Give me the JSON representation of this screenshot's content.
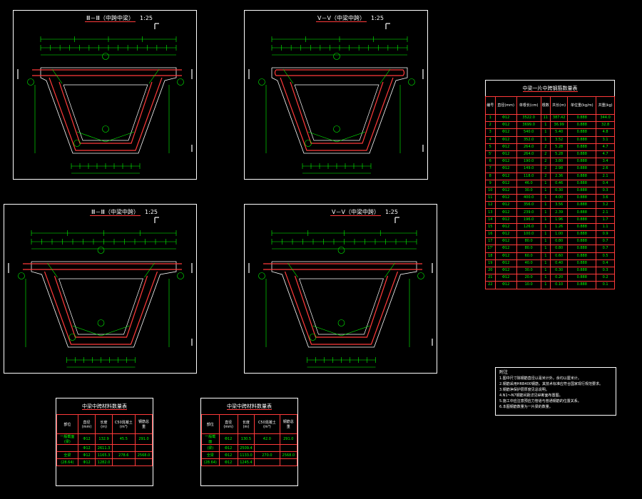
{
  "section_views": [
    {
      "title": "Ⅲ－Ⅲ（中跨中梁）",
      "scale": "1:25",
      "roof_shape": "straight"
    },
    {
      "title": "Ⅴ－Ⅴ（中梁中跨）",
      "scale": "1:25",
      "roof_shape": "rounded"
    },
    {
      "title": "Ⅲ－Ⅲ（中梁中跨）",
      "scale": "1:25",
      "roof_shape": "straight"
    },
    {
      "title": "Ⅴ－Ⅴ（中梁中跨）",
      "scale": "1:25",
      "roof_shape": "straight"
    }
  ],
  "main_table": {
    "title": "中梁一片中跨钢筋数量表",
    "headers": [
      "编号",
      "直径(mm)",
      "单根长(cm)",
      "根数",
      "共长(m)",
      "单位重(kg/m)",
      "共重(kg)"
    ],
    "rows": [
      [
        "1",
        "Φ12",
        "3522.0",
        "11",
        "387.42",
        "0.888",
        "344.0"
      ],
      [
        "2",
        "Φ12",
        "3699.0",
        "1",
        "36.99",
        "0.888",
        "32.8"
      ],
      [
        "3",
        "Φ12",
        "540.0",
        "1",
        "5.40",
        "0.888",
        "4.8"
      ],
      [
        "4",
        "Φ12",
        "352.0",
        "1",
        "3.52",
        "0.888",
        "3.1"
      ],
      [
        "5",
        "Φ12",
        "264.0",
        "2",
        "5.28",
        "0.888",
        "4.7"
      ],
      [
        "5'",
        "Φ12",
        "264.0",
        "2",
        "5.28",
        "0.888",
        "4.7"
      ],
      [
        "6",
        "Φ12",
        "190.0",
        "2",
        "3.80",
        "0.888",
        "3.4"
      ],
      [
        "7",
        "Φ12",
        "149.0",
        "2",
        "2.98",
        "0.888",
        "2.6"
      ],
      [
        "8",
        "Φ12",
        "118.0",
        "2",
        "2.36",
        "0.888",
        "2.1"
      ],
      [
        "9",
        "Φ12",
        "46.0",
        "1",
        "0.46",
        "0.888",
        "0.4"
      ],
      [
        "10",
        "Φ12",
        "30.0",
        "1",
        "0.30",
        "0.888",
        "0.3"
      ],
      [
        "11",
        "Φ12",
        "400.0",
        "1",
        "4.00",
        "0.888",
        "3.6"
      ],
      [
        "12",
        "Φ12",
        "356.0",
        "1",
        "3.56",
        "0.888",
        "3.2"
      ],
      [
        "13",
        "Φ12",
        "239.0",
        "1",
        "2.39",
        "0.888",
        "2.1"
      ],
      [
        "14",
        "Φ12",
        "196.0",
        "1",
        "1.96",
        "0.888",
        "1.7"
      ],
      [
        "15",
        "Φ12",
        "126.0",
        "1",
        "1.26",
        "0.888",
        "1.1"
      ],
      [
        "16",
        "Φ12",
        "100.0",
        "1",
        "1.00",
        "0.888",
        "0.9"
      ],
      [
        "17",
        "Φ12",
        "80.0",
        "1",
        "0.80",
        "0.888",
        "0.7"
      ],
      [
        "17'",
        "Φ12",
        "80.0",
        "1",
        "0.80",
        "0.888",
        "0.7"
      ],
      [
        "18",
        "Φ12",
        "60.0",
        "1",
        "0.60",
        "0.888",
        "0.5"
      ],
      [
        "19",
        "Φ12",
        "40.0",
        "1",
        "0.40",
        "0.888",
        "0.4"
      ],
      [
        "20",
        "Φ12",
        "30.0",
        "1",
        "0.30",
        "0.888",
        "0.3"
      ],
      [
        "21",
        "Φ12",
        "20.0",
        "1",
        "0.20",
        "0.888",
        "0.2"
      ],
      [
        "22",
        "Φ12",
        "10.0",
        "1",
        "0.10",
        "0.888",
        "0.1"
      ]
    ]
  },
  "small_tables": [
    {
      "title": "中梁中跨材料数量表",
      "headers": [
        "部位",
        "直径(mm)",
        "长度(m)",
        "C50混凝土(m³)",
        "钢筋总重"
      ],
      "rows": [
        [
          "一般截面(梁)",
          "Φ12",
          "132.9",
          "45.5",
          "291.0"
        ],
        [
          "",
          "Φ12",
          "2611.3",
          "",
          ""
        ],
        [
          "全梁",
          "Φ12",
          "1165.3",
          "278.6",
          "2568.0"
        ],
        [
          "(28.64)",
          "Φ12",
          "1282.0",
          "",
          ""
        ]
      ]
    },
    {
      "title": "中梁中跨材料数量表",
      "headers": [
        "部位",
        "直径(mm)",
        "长度(m)",
        "C50混凝土(m³)",
        "钢筋总重"
      ],
      "rows": [
        [
          "一般截面",
          "Φ12",
          "130.5",
          "42.0",
          "291.0"
        ],
        [
          "(梁)",
          "Φ12",
          "2509.4",
          "",
          ""
        ],
        [
          "全梁",
          "Φ12",
          "1133.0",
          "270.0",
          "2568.0"
        ],
        [
          "(28.64)",
          "Φ12",
          "1245.4",
          "",
          ""
        ]
      ]
    }
  ],
  "notes": {
    "heading": "附注",
    "lines": [
      "1.图中尺寸除钢筋直径以毫米计外，余均以厘米计。",
      "2.钢筋采用HRB400钢筋，其技术标准应符合国家现行规范要求。",
      "3.钢筋净保护层厚度见总说明。",
      "4.N1～N7钢筋间距详见纵断面布置图。",
      "5.施工中应注意预应力管道与普通钢筋的位置关系。",
      "6.本图钢筋数量为一片梁的数量。"
    ]
  },
  "colors": {
    "rebar": "#ff3a3a",
    "dimension": "#00ff00",
    "concrete": "#ffffff",
    "background": "#000000"
  }
}
